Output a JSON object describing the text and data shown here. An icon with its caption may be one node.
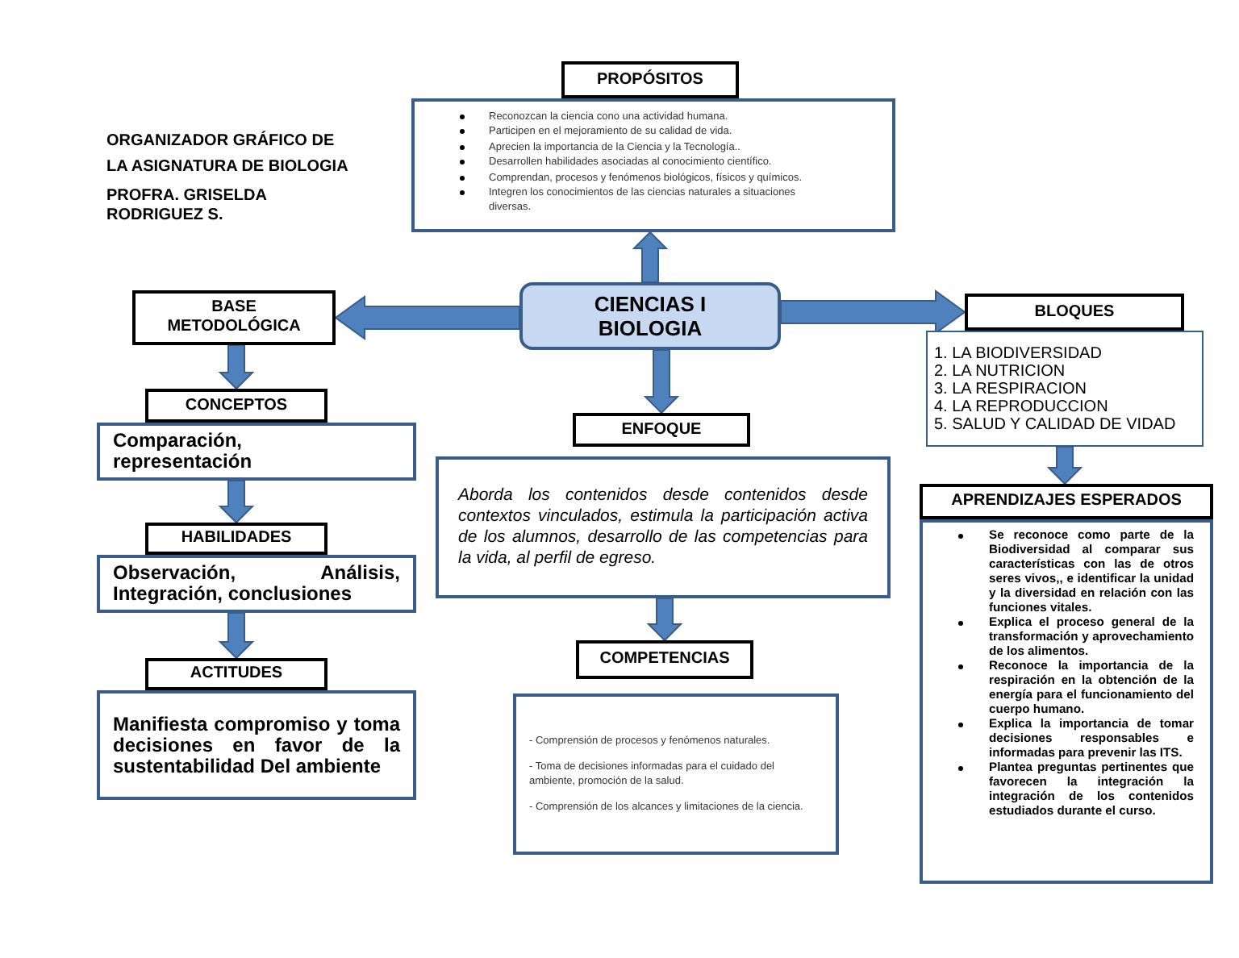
{
  "diagram": {
    "title": "ORGANIZADOR GRÁFICO DE LA ASIGNATURA DE BIOLOGIA",
    "nodes": [
      {
        "text": [
          "PROPÓSITOS"
        ]
      },
      {
        "text": [
          "Reconozcan la ciencia cono una actividad humana.",
          "Participen en el mejoramiento de su calidad de vida.",
          "Aprecien la importancia de la Ciencia y la Tecnología..",
          "Desarrollen habilidades asociadas al conocimiento científico.",
          "Comprendan, procesos y fenómenos biológicos, físicos y químicos.",
          "Integren los conocimientos de las ciencias naturales a situaciones diversas."
        ]
      },
      {
        "text": [
          "CIENCIAS I BIOLOGIA"
        ]
      },
      {
        "text": [
          "BASE METODOLÓGICA"
        ]
      },
      {
        "text": [
          "CONCEPTOS"
        ]
      },
      {
        "text": [
          "Comparación, representación"
        ]
      },
      {
        "text": [
          "HABILIDADES"
        ]
      },
      {
        "text": [
          "Observación, Análisis, Integración, conclusiones"
        ]
      },
      {
        "text": [
          "ACTITUDES"
        ]
      },
      {
        "text": [
          "Manifiesta compromiso y toma decisiones en favor de la sustentabilidad Del ambiente"
        ]
      },
      {
        "text": [
          "ENFOQUE"
        ]
      },
      {
        "text": [
          "Aborda los contenidos desde contenidos desde contextos vinculados, estimula la participación activa de los alumnos, desarrollo de las competencias para la vida, al perfil de egreso."
        ]
      },
      {
        "text": [
          "COMPETENCIAS"
        ]
      },
      {
        "text": [
          "-  Comprensión de procesos y fenómenos naturales.",
          "- Toma de decisiones informadas para el cuidado del ambiente, promoción de la salud.",
          "- Comprensión de los alcances y limitaciones de la ciencia."
        ]
      },
      {
        "text": [
          "BLOQUES"
        ]
      },
      {
        "text": [
          "1. LA BIODIVERSIDAD",
          "2. LA NUTRICION",
          "3. LA RESPIRACION",
          "4. LA REPRODUCCION",
          "5. SALUD Y CALIDAD DE VIDAD"
        ]
      },
      {
        "text": [
          "APRENDIZAJES ESPERADOS"
        ]
      },
      {
        "text": [
          "Se reconoce como parte de la Biodiversidad al comparar sus características con las de otros seres vivos,, e identificar la unidad y la diversidad en relación con las funciones vitales.",
          "Explica el proceso general de la transformación y aprovechamiento de los alimentos.",
          "Reconoce la importancia de la respiración en la obtención de la energía para el funcionamiento del cuerpo humano.",
          "Explica la importancia de tomar decisiones responsables e informadas para prevenir las ITS.",
          "Plantea preguntas pertinentes que favorecen la integración la integración de los contenidos estudiados durante el curso."
        ]
      }
    ],
    "edges": [
      {
        "from": 2,
        "to": 1,
        "arrow": "to"
      },
      {
        "from": 2,
        "to": 3,
        "arrow": "to"
      },
      {
        "from": 2,
        "to": 14,
        "arrow": "to"
      },
      {
        "from": 2,
        "to": 10,
        "arrow": "to"
      },
      {
        "from": 3,
        "to": 4,
        "arrow": "to"
      },
      {
        "from": 5,
        "to": 6,
        "arrow": "to"
      },
      {
        "from": 7,
        "to": 8,
        "arrow": "to"
      },
      {
        "from": 11,
        "to": 12,
        "arrow": "to"
      },
      {
        "from": 15,
        "to": 16,
        "arrow": "to"
      }
    ],
    "labels": [
      "PROFRA. GRISELDA RODRIGUEZ S."
    ]
  }
}
